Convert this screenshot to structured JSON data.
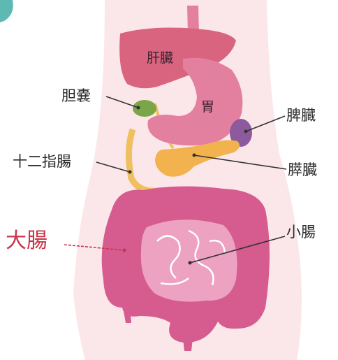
{
  "labels": {
    "liver": "肝臓",
    "stomach": "胃",
    "gallbladder": "胆嚢",
    "spleen": "脾臓",
    "duodenum": "十二指腸",
    "pancreas": "膵臓",
    "large_intestine": "大腸",
    "small_intestine": "小腸"
  },
  "colors": {
    "body": "#fbe7ea",
    "liver": "#d9647f",
    "stomach": "#e4809f",
    "gallbladder": "#7aa548",
    "spleen": "#8e5a9e",
    "pancreas": "#f2b24e",
    "duct": "#f0c060",
    "large_intestine": "#d65c90",
    "small_intestine": "#eca2c0",
    "highlight_label": "#c8344a",
    "leader": "#333333",
    "corner_accent": "#5fb9b3"
  }
}
